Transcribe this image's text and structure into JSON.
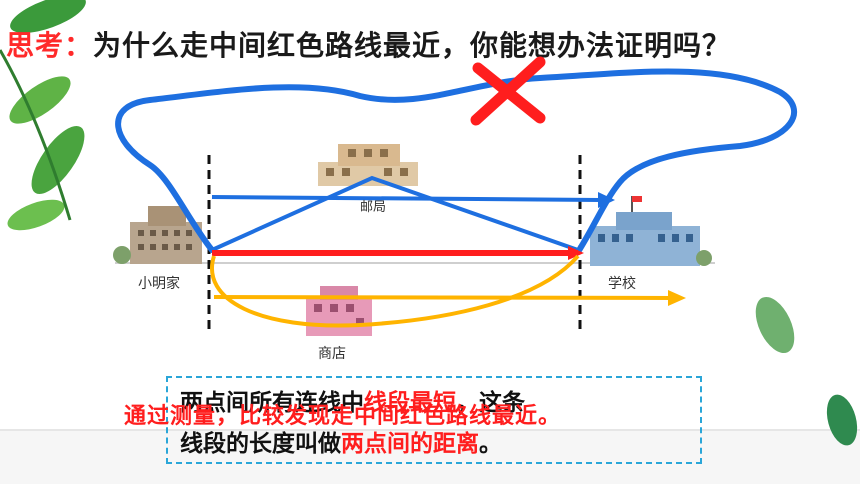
{
  "title": {
    "label": "思考：",
    "question": "为什么走中间红色路线最近，你能想办法证明吗？"
  },
  "places": {
    "home": "小明家",
    "school": "学校",
    "post": "邮局",
    "shop": "商店"
  },
  "paragraph": {
    "line1_a": "两点间所有连线中",
    "line1_red": "线段最短",
    "line1_b": "，这条",
    "line2_a": "线段的长度叫做",
    "line2_red": "两点间的距离",
    "line2_b": "。"
  },
  "overlay_text": "通过测量，比较发现走中间红色路线最近。",
  "colors": {
    "accent_red": "#ff1e1e",
    "blue": "#1e6fe0",
    "orange": "#ffb400",
    "dash_border": "#2aa6d8"
  }
}
